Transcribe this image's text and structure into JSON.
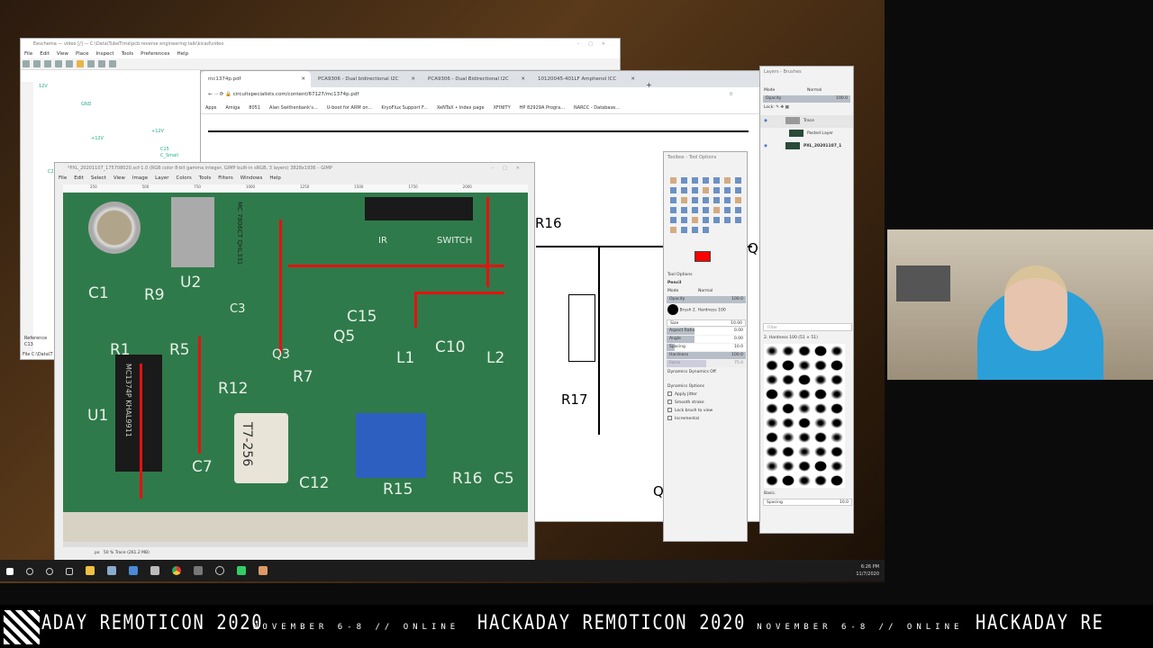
{
  "eeschema": {
    "title": "Eeschema — video [/] — C:\\Data\\TubeTime\\pcb reverse engineering talk\\kicad\\video",
    "menu": [
      "File",
      "Edit",
      "View",
      "Place",
      "Inspect",
      "Tools",
      "Preferences",
      "Help"
    ],
    "labels": [
      "12V",
      "GND",
      "+12V",
      "+12V",
      "C15",
      "C_Small",
      "C2"
    ],
    "status": {
      "reference_label": "Reference",
      "reference_value": "C13",
      "file": "File C:\\Data\\T"
    }
  },
  "chrome": {
    "tabs": [
      {
        "label": "mc1374p.pdf"
      },
      {
        "label": "PCA9306 - Dual bidirectional I2C"
      },
      {
        "label": "PCA9306 - Dual Bidirectional I2C"
      },
      {
        "label": "10120045-401LF Amphenol ICC"
      }
    ],
    "new_tab": "+",
    "url": "circuitspecialists.com/content/67127/mc1374p.pdf",
    "bookmarks": [
      "Apps",
      "Amiga",
      "8051",
      "Alan Swithenbank's...",
      "U-boot for ARM on...",
      "KryoFlux Support F...",
      "XeNTaX • Index page",
      "XFINITY",
      "HP 82929A Progra...",
      "NARCC - Database..."
    ],
    "pdf_labels": [
      "R16",
      "R17",
      "Q",
      "Q"
    ]
  },
  "gimp": {
    "title": "*PXL_20201107_175708020.xcf-1.0 (RGB color 8-bit gamma integer, GIMP built-in sRGB, 3 layers) 3828x1936 – GIMP",
    "menu": [
      "File",
      "Edit",
      "Select",
      "View",
      "Image",
      "Layer",
      "Colors",
      "Tools",
      "Filters",
      "Windows",
      "Help"
    ],
    "ruler": [
      "250",
      "500",
      "750",
      "1000",
      "1250",
      "1500",
      "1750",
      "2000"
    ],
    "pcb_labels": [
      "C1",
      "R9",
      "U2",
      "C3",
      "C15",
      "Q5",
      "C10",
      "L1",
      "L2",
      "R7",
      "Q3",
      "R1",
      "R5",
      "U1",
      "R12",
      "C7",
      "C12",
      "R15",
      "R16",
      "C5",
      "IR",
      "SWITCH",
      "MC 7806CT QHL331",
      "MC1374P KHAL9911",
      "T7-256"
    ],
    "status": {
      "unit": "px",
      "zoom": "50 %",
      "info": "Trace (261.2 MB)"
    }
  },
  "toolbox": {
    "title": "Toolbox - Tool Options",
    "fg_color": "#ff0000",
    "bg_color": "#ffffff",
    "tab": "Tool Options",
    "tool": "Pencil",
    "mode_label": "Mode",
    "mode_value": "Normal",
    "opacity_label": "Opacity",
    "opacity_value": "100.0",
    "brush_label": "Brush",
    "brush_value": "2. Hardness 100",
    "size_label": "Size",
    "size_value": "10.00",
    "aspect_label": "Aspect Ratio",
    "aspect_value": "0.00",
    "angle_label": "Angle",
    "angle_value": "0.00",
    "spacing_label": "Spacing",
    "spacing_value": "10.0",
    "hardness_label": "Hardness",
    "hardness_value": "100.0",
    "force_label": "Force",
    "force_value": "75.0",
    "dynamics_label": "Dynamics",
    "dynamics_value": "Dynamics Off",
    "dynamics_options": "Dynamics Options",
    "checks": [
      {
        "label": "Apply Jitter",
        "checked": false
      },
      {
        "label": "Smooth stroke",
        "checked": false
      },
      {
        "label": "Lock brush to view",
        "checked": false
      },
      {
        "label": "Incremental",
        "checked": false
      }
    ]
  },
  "layers": {
    "title": "Layers - Brushes",
    "mode_label": "Mode",
    "mode_value": "Normal",
    "opacity_label": "Opacity",
    "opacity_value": "100.0",
    "lock_label": "Lock:",
    "items": [
      {
        "name": "Trace",
        "visible": true
      },
      {
        "name": "Pasted Layer",
        "visible": false
      },
      {
        "name": "PXL_20201107_1",
        "visible": true
      }
    ],
    "brush_filter": "Filter",
    "brush_name": "2. Hardness 100 (51 × 51)",
    "brush_preset": "Basic.",
    "spacing_label": "Spacing",
    "spacing_value": "10.0"
  },
  "taskbar": {
    "time": "6:26 PM",
    "date": "11/7/2020"
  },
  "banner": {
    "title": "HACKADAY REMOTICON 2020",
    "subtitle": "NOVEMBER 6-8 // ONLINE",
    "title_partial_left": "ADAY REMOTICON 2020",
    "title_partial_right": "HACKADAY RE"
  }
}
